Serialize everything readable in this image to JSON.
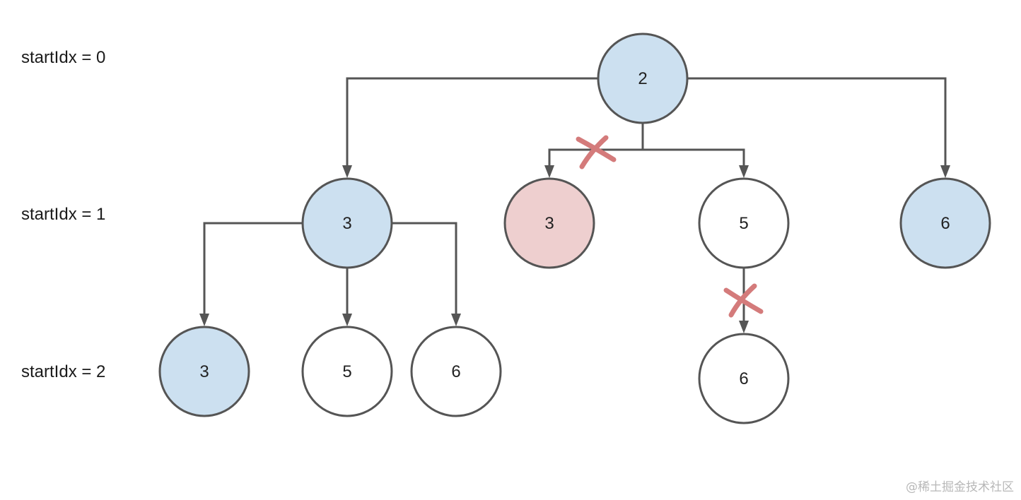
{
  "levels": [
    {
      "label": "startIdx = 0"
    },
    {
      "label": "startIdx = 1"
    },
    {
      "label": "startIdx = 2"
    }
  ],
  "nodes": {
    "root": {
      "value": "2",
      "state": "selected"
    },
    "l1_a": {
      "value": "3",
      "state": "selected"
    },
    "l1_b": {
      "value": "3",
      "state": "pruned"
    },
    "l1_c": {
      "value": "5",
      "state": "default"
    },
    "l1_d": {
      "value": "6",
      "state": "selected"
    },
    "l2_a": {
      "value": "3",
      "state": "selected"
    },
    "l2_b": {
      "value": "5",
      "state": "default"
    },
    "l2_c": {
      "value": "6",
      "state": "default"
    },
    "l2_d": {
      "value": "6",
      "state": "default"
    }
  },
  "colors": {
    "selected_fill": "#cce0f0",
    "pruned_fill": "#eecfcf",
    "default_fill": "#ffffff",
    "cross_mark": "#d47b7b"
  },
  "watermark": "@稀土掘金技术社区"
}
